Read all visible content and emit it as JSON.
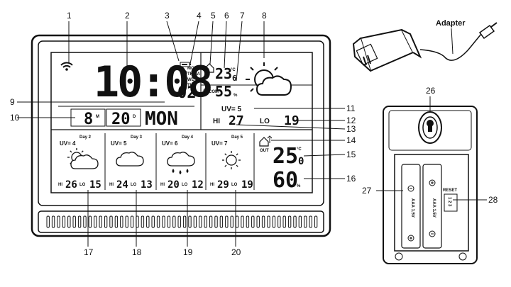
{
  "callouts": [
    "1",
    "2",
    "3",
    "4",
    "5",
    "6",
    "7",
    "8",
    "9",
    "10",
    "11",
    "12",
    "13",
    "14",
    "15",
    "16",
    "17",
    "18",
    "19",
    "20",
    "26",
    "27",
    "28"
  ],
  "adapter_label": "Adapter",
  "display": {
    "time_main": "10:08",
    "time_seconds": "02",
    "alarm_days": [
      "MOFR",
      "TH SA",
      "WE SU",
      "TU"
    ],
    "indoor_temp": "23",
    "indoor_temp_decimal": "6",
    "indoor_hum": "55",
    "pct": "%",
    "deg_c": "°C",
    "com_label": "COM",
    "month": "8",
    "month_unit": "M",
    "day": "20",
    "day_unit": "D",
    "weekday": "MON",
    "uv_today": "UV= 5",
    "hi_label": "HI",
    "hi_today": "27",
    "lo_label": "LO",
    "lo_today": "19",
    "outdoor_temp": "25",
    "outdoor_temp_decimal": "0",
    "outdoor_hum": "60",
    "out_label": "OUT"
  },
  "forecast": [
    {
      "day": "Day 2",
      "uv": "UV= 4",
      "hi": "26",
      "lo": "15",
      "icon": "partly-cloudy-icon"
    },
    {
      "day": "Day 3",
      "uv": "UV= 5",
      "hi": "24",
      "lo": "13",
      "icon": "cloud-icon"
    },
    {
      "day": "Day 4",
      "uv": "UV= 6",
      "hi": "20",
      "lo": "12",
      "icon": "rain-icon"
    },
    {
      "day": "Day 5",
      "uv": "UV= 7",
      "hi": "29",
      "lo": "19",
      "icon": "sun-icon"
    }
  ],
  "forecast_hi_label": "HI",
  "forecast_lo_label": "LO",
  "back": {
    "battery_1": "AAA 1.5V",
    "battery_2": "AAA 1.5V",
    "reset_label": "RESET",
    "switch_label": "1 2 3"
  }
}
